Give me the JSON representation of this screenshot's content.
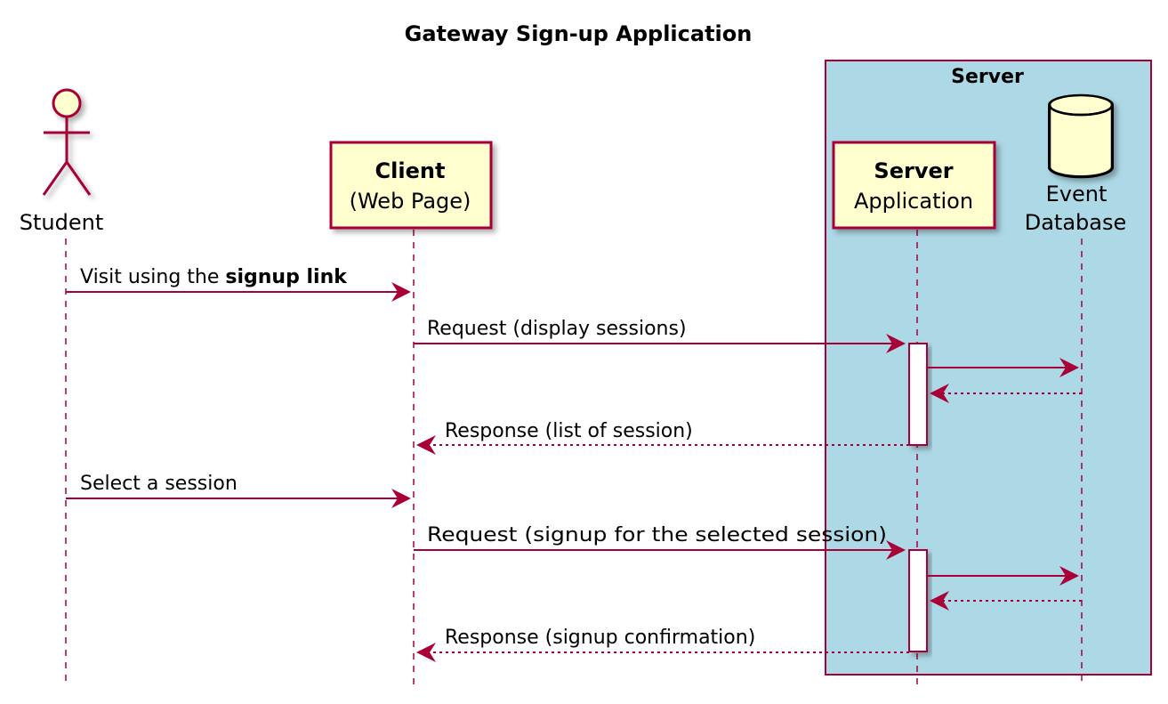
{
  "title": "Gateway Sign-up Application",
  "colors": {
    "accent": "#A80036",
    "participant_fill": "#FEFECE",
    "box_fill": "#ADD8E6",
    "activation_fill": "#FFFFFF",
    "text": "#000000"
  },
  "server_box": {
    "title": "Server"
  },
  "participants": {
    "student": {
      "label": "Student",
      "kind": "actor"
    },
    "client": {
      "name": "Client",
      "subtitle": "(Web Page)",
      "kind": "participant"
    },
    "server_app": {
      "name": "Server",
      "subtitle": "Application",
      "kind": "participant"
    },
    "event_db": {
      "line1": "Event",
      "line2": "Database",
      "kind": "database"
    }
  },
  "messages": [
    {
      "from": "student",
      "to": "client",
      "text": "Visit using the ",
      "bold": "signup link",
      "style": "solid"
    },
    {
      "from": "client",
      "to": "server_app",
      "text": "Request (display sessions)",
      "style": "solid"
    },
    {
      "from": "server_app",
      "to": "event_db",
      "text": "",
      "style": "solid"
    },
    {
      "from": "event_db",
      "to": "server_app",
      "text": "",
      "style": "dotted"
    },
    {
      "from": "server_app",
      "to": "client",
      "text": "Response (list of session)",
      "style": "dotted"
    },
    {
      "from": "student",
      "to": "client",
      "text": "Select a session",
      "style": "solid"
    },
    {
      "from": "client",
      "to": "server_app",
      "text": "Request (signup for the selected session)",
      "style": "solid"
    },
    {
      "from": "server_app",
      "to": "event_db",
      "text": "",
      "style": "solid"
    },
    {
      "from": "event_db",
      "to": "server_app",
      "text": "",
      "style": "dotted"
    },
    {
      "from": "server_app",
      "to": "client",
      "text": "Response (signup confirmation)",
      "style": "dotted"
    }
  ]
}
